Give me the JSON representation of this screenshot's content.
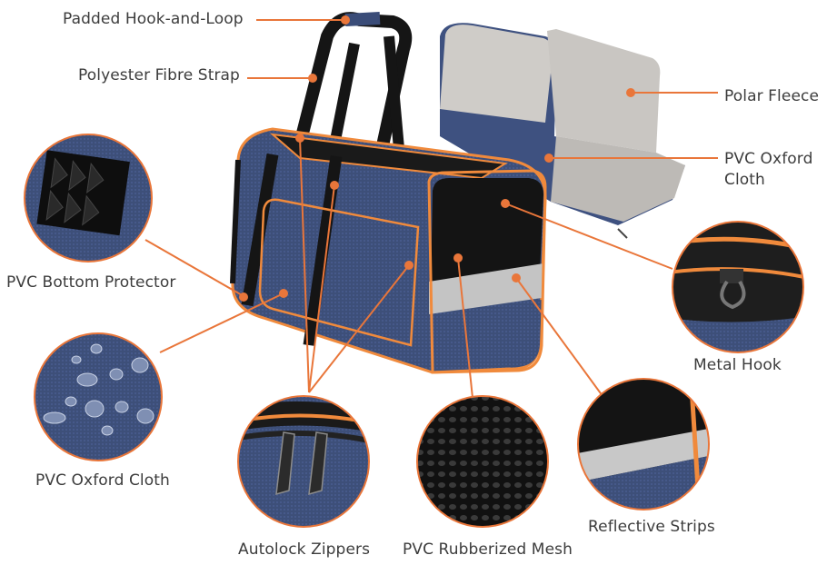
{
  "labels": {
    "padded_hook_and_loop": "Padded Hook-and-Loop",
    "polyester_fibre_strap": "Polyester Fibre Strap",
    "polar_fleece": "Polar Fleece",
    "pvc_oxford_cloth_right": "PVC Oxford\nCloth",
    "pvc_bottom_protector": "PVC Bottom Protector",
    "metal_hook": "Metal Hook",
    "pvc_oxford_cloth_left": "PVC Oxford Cloth",
    "reflective_strips": "Reflective Strips",
    "autolock_zippers": "Autolock Zippers",
    "pvc_rubberized_mesh": "PVC Rubberized Mesh"
  },
  "colors": {
    "callout_orange": "#e9763a",
    "fabric_navy": "#3d4f79",
    "mesh_black": "#1a1a1a",
    "fleece_grey": "#c9c6c2",
    "reflective_silver": "#c8c8c8",
    "trim_orange": "#f08a3c"
  }
}
